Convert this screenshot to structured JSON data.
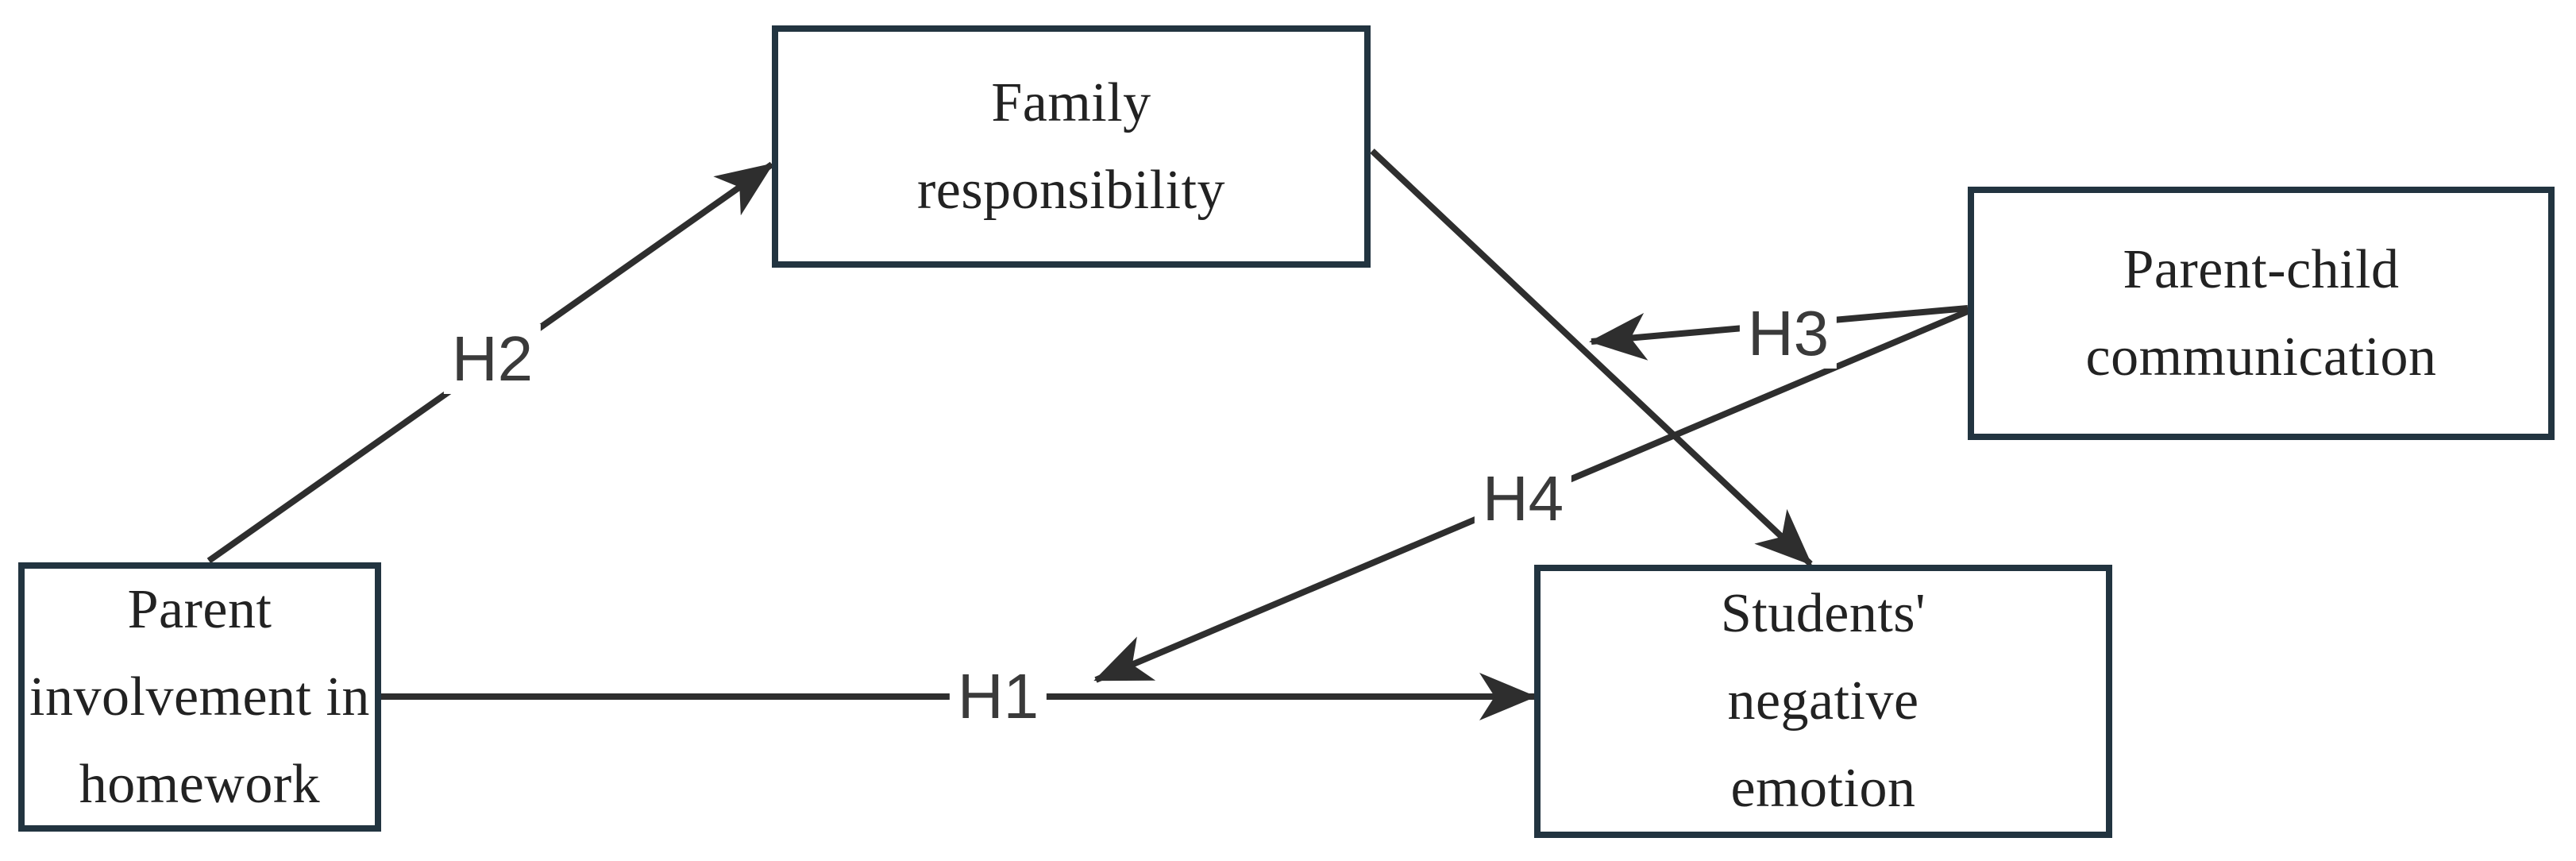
{
  "diagram": {
    "nodes": [
      {
        "id": "parent-involvement-homework",
        "lines": [
          "Parent",
          "involvement in",
          "homework"
        ]
      },
      {
        "id": "family-responsibility",
        "lines": [
          "Family",
          "responsibility"
        ]
      },
      {
        "id": "parent-child-communication",
        "lines": [
          "Parent-child",
          "communication"
        ]
      },
      {
        "id": "students-negative-emotion",
        "lines": [
          "Students'",
          "negative",
          "emotion"
        ]
      }
    ],
    "arrows": [
      {
        "id": "h1",
        "label": "H1",
        "from": "parent-involvement-homework",
        "to": "students-negative-emotion"
      },
      {
        "id": "h2",
        "label": "H2",
        "from": "parent-involvement-homework",
        "to": "family-responsibility"
      },
      {
        "id": "mediation-path",
        "label": "",
        "from": "family-responsibility",
        "to": "students-negative-emotion"
      },
      {
        "id": "h3",
        "label": "H3",
        "from": "parent-child-communication",
        "to": "path: family-responsibility to students-negative-emotion"
      },
      {
        "id": "h4",
        "label": "H4",
        "from": "parent-child-communication",
        "to": "path: H1"
      }
    ],
    "colors": {
      "box_border": "#223440",
      "arrow": "#2e2e2e",
      "node_text": "#222222",
      "label_text": "#3a3a3a",
      "background": "#ffffff"
    }
  }
}
